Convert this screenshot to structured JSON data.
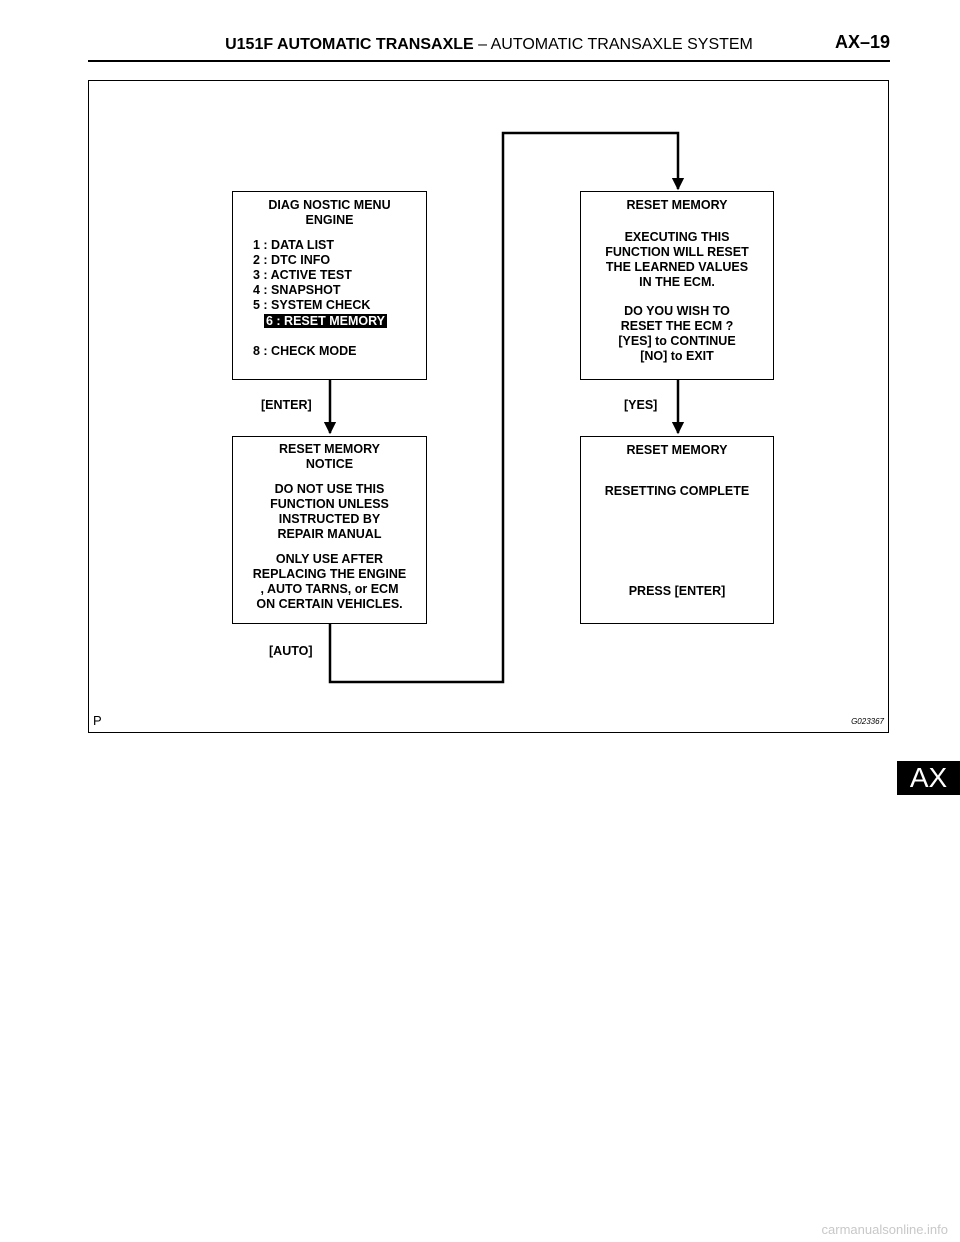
{
  "header": {
    "title_bold": "U151F AUTOMATIC TRANSAXLE",
    "title_rest": " – AUTOMATIC TRANSAXLE SYSTEM",
    "page": "AX–19"
  },
  "figure": {
    "diag_menu": {
      "title": [
        "DIAG NOSTIC MENU",
        "ENGINE"
      ],
      "items": [
        "1 : DATA LIST",
        "2 : DTC INFO",
        "3 : ACTIVE TEST",
        "4 : SNAPSHOT",
        "5 : SYSTEM CHECK"
      ],
      "selected": "6 : RESET MEMORY",
      "last": "8 : CHECK MODE"
    },
    "notice": {
      "lines": [
        "RESET MEMORY",
        "NOTICE",
        "",
        "DO NOT USE THIS",
        "FUNCTION UNLESS",
        "INSTRUCTED BY",
        "REPAIR MANUAL",
        "",
        "ONLY USE AFTER",
        "REPLACING THE ENGINE",
        ", AUTO TARNS, or ECM",
        "ON CERTAIN VEHICLES."
      ]
    },
    "reset_confirm": {
      "lines": [
        "RESET MEMORY",
        "",
        "EXECUTING THIS",
        "FUNCTION WILL RESET",
        "THE LEARNED VALUES",
        "IN THE ECM.",
        "",
        "DO YOU WISH TO",
        "RESET THE ECM ?",
        "[YES] to CONTINUE",
        "[NO] to EXIT"
      ]
    },
    "reset_complete": {
      "title": "RESET MEMORY",
      "status": "RESETTING COMPLETE",
      "prompt": "PRESS [ENTER]"
    },
    "labels": {
      "enter": "[ENTER]",
      "yes": "[YES]",
      "auto": "[AUTO]"
    },
    "corner_letter": "P",
    "figure_id": "G023367"
  },
  "side_tab": "AX",
  "footer": "carmanualsonline.info"
}
